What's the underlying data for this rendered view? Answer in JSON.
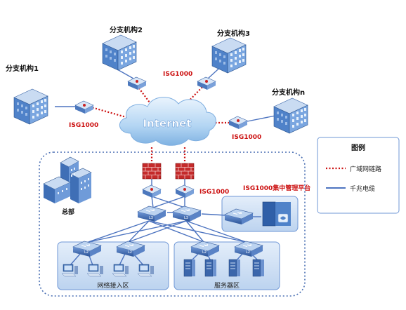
{
  "branches": {
    "b1": "分支机构1",
    "b2": "分支机构2",
    "b3": "分支机构3",
    "bn": "分支机构n"
  },
  "devices": {
    "isg_b1": "ISG1000",
    "isg_b2": "ISG1000",
    "isg_bn": "ISG1000",
    "isg_hq": "ISG1000",
    "mgmt_platform": "ISG1000集中管理平台"
  },
  "internet_label": "Internet",
  "hq_label": "总部",
  "zones": {
    "access": "网络接入区",
    "server": "服务器区"
  },
  "switch_labels": {
    "core": "L3",
    "access": "L2"
  },
  "legend": {
    "title": "图例",
    "wan": "广域网链路",
    "gigabit": "千兆电缆"
  },
  "colors": {
    "wan_link": "#cc1111",
    "cable": "#4d74c0",
    "zone_fill": "#cfe0f5",
    "cloud": "#a9cdf0"
  }
}
